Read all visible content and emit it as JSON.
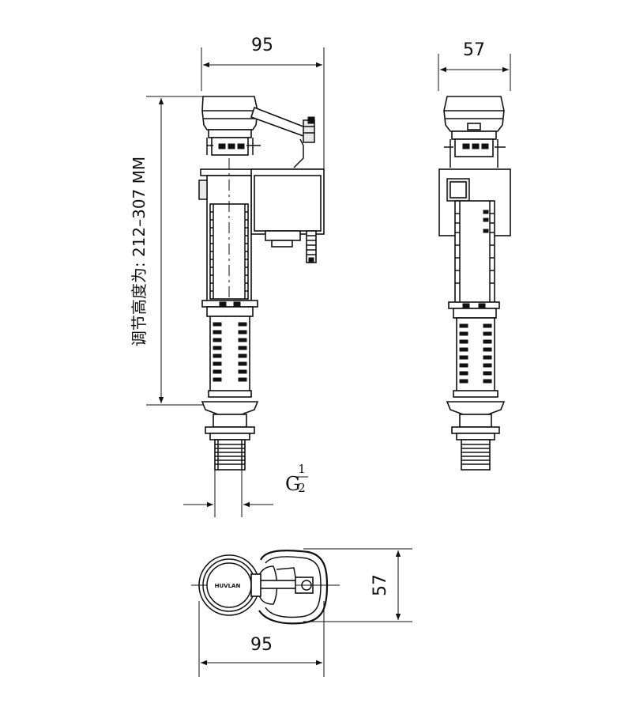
{
  "dimensions": {
    "front_width": "95",
    "side_width": "57",
    "top_height": "57",
    "top_width": "95",
    "adjust_height": "调节高度为: 212–307 MM",
    "thread_letter": "G",
    "thread_numerator": "1",
    "thread_denominator": "2"
  },
  "logo": {
    "text": "HUVLAN"
  }
}
